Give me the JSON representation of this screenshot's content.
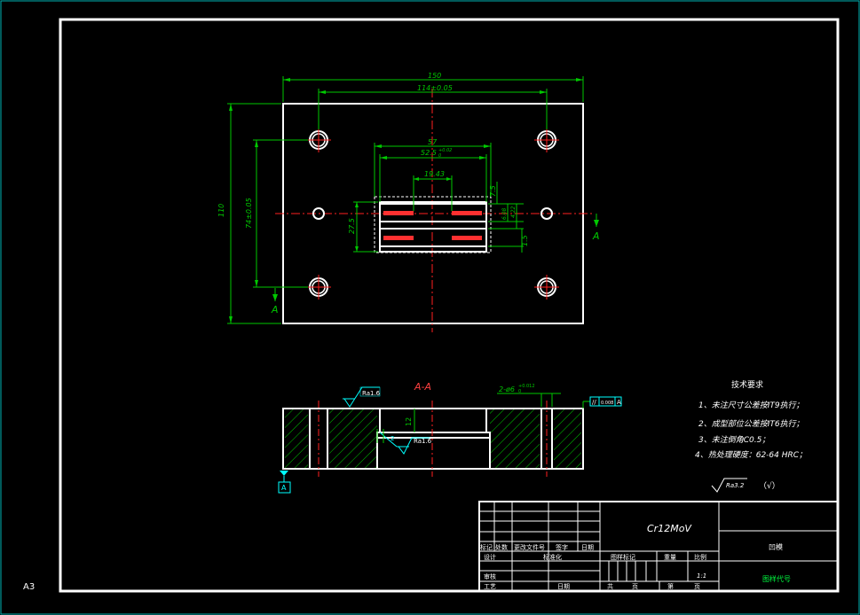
{
  "sheet": {
    "size_label": "A3"
  },
  "colors": {
    "background": "#000000",
    "frame": "#ffffff",
    "outer_border": "#00b4b4",
    "dimension": "#00c800",
    "centerline": "#ff2020",
    "hatch": "#00c800",
    "section_label": "#ff4040",
    "datum": "#00ffff",
    "text_white": "#ffffff",
    "title_green": "#00ff40"
  },
  "plan_view": {
    "dims": {
      "overall_width": "150",
      "hole_spacing_x": "114±0.05",
      "slot_width": "57",
      "slot_tol_width": "52.5",
      "slot_tol_sup": "+0.02",
      "slot_tol_sub": "0",
      "inner_width": "19.43",
      "overall_height": "110",
      "hole_spacing_y": "74±0.05",
      "slot_height": "27.5",
      "right_dim_top": "7.5",
      "right_dim_small_a": "6.08",
      "right_dim_small_b": "4.22",
      "right_dim_bottom": "1.5"
    },
    "cut_label_left": "A",
    "cut_label_right": "A"
  },
  "section_view": {
    "title": "A-A",
    "roughness_top": "Ra1.6",
    "roughness_inner": "Ra1.6",
    "hole_note": "2-ø6",
    "hole_note_sup": "+0.012",
    "hole_note_sub": "0",
    "inner_step_dim": "2",
    "depth_dim": "12",
    "tolerance_symbol": "//",
    "tolerance_value": "0.008",
    "tolerance_datum": "A",
    "datum_label": "A"
  },
  "tech_requirements": {
    "heading": "技术要求",
    "items": [
      "1、未注尺寸公差按IT9执行；",
      "2、成型部位公差按IT6执行；",
      "3、未注倒角C0.5；",
      "4、热处理硬度：62-64 HRC；"
    ],
    "roughness_general": "Ra3.2",
    "roughness_other": "（√）"
  },
  "title_block": {
    "material": "Cr12MoV",
    "part_name": "凹模",
    "drawing_number": "图样代号",
    "header_row": [
      "标记",
      "处数",
      "更改文件号",
      "签字",
      "日期"
    ],
    "design_label": "设计",
    "standard_label": "标准化",
    "review_label": "审核",
    "process_label": "工艺",
    "date_label": "日期",
    "stage_label": "图样标记",
    "weight_label": "重量",
    "scale_label": "比例",
    "scale_value": "1:1",
    "total_label": "共",
    "sheet_label": "页",
    "page_label": "第",
    "page_suffix": "页"
  }
}
